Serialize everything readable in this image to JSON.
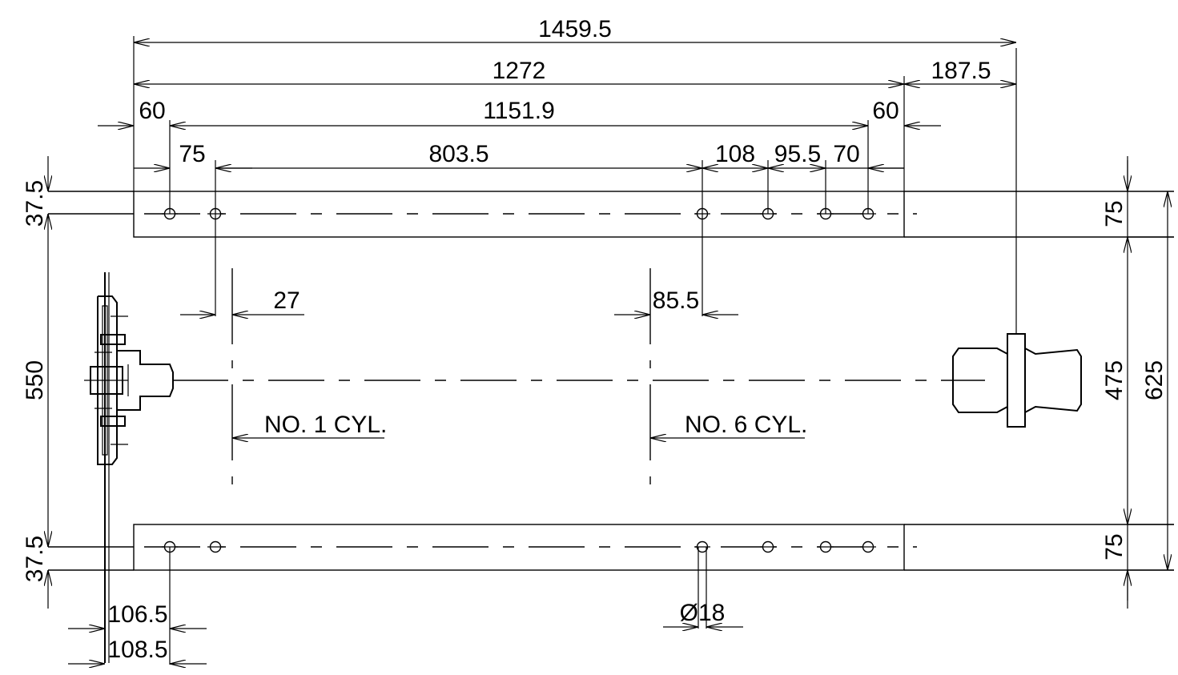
{
  "dimensions": {
    "overall_length": "1459.5",
    "rail_length": "1272",
    "rear_overhang": "187.5",
    "left_end_offset": "60",
    "hole_span": "1151.9",
    "right_end_offset": "60",
    "first_hole_pitch": "75",
    "main_hole_pitch": "803.5",
    "hole_pitch_108": "108",
    "hole_pitch_95_5": "95.5",
    "hole_pitch_70": "70",
    "top_edge_offset": "37.5",
    "bottom_edge_offset": "37.5",
    "inner_span": "550",
    "rail_width_top": "75",
    "rail_width_bottom": "75",
    "inner_width": "475",
    "outer_width": "625",
    "cyl1_offset": "27",
    "cyl6_offset": "85.5",
    "hole_diameter": "Ø18",
    "front_offset_1": "106.5",
    "front_offset_2": "108.5"
  },
  "labels": {
    "cylinder_1": "NO. 1 CYL.",
    "cylinder_6": "NO. 6 CYL."
  }
}
